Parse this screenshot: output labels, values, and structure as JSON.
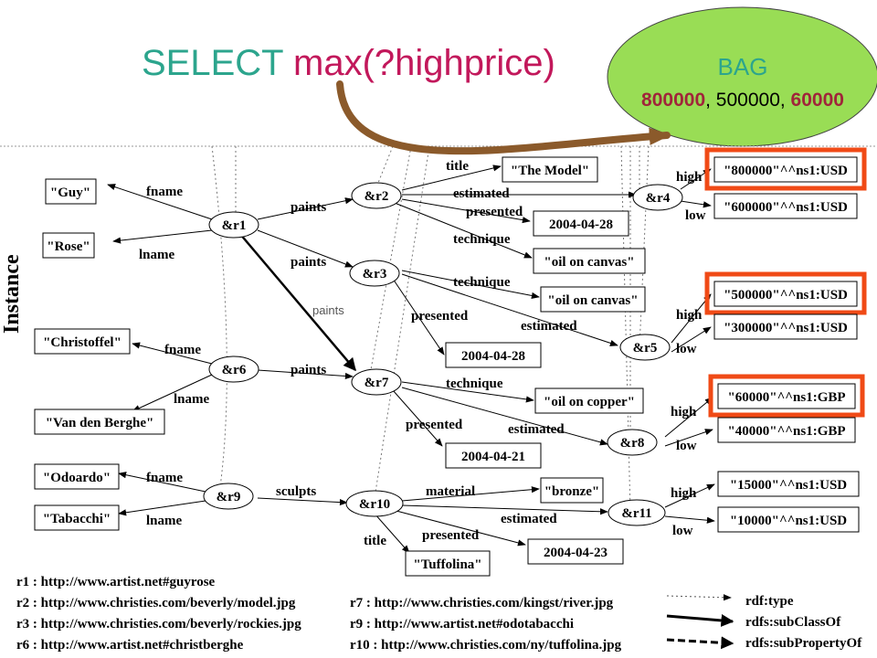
{
  "query": {
    "prefix": "SELECT ",
    "func": "max",
    "args": "(?highprice)"
  },
  "bag": {
    "title": "BAG",
    "v1": "800000",
    "sep1": ", ",
    "v2": "500000",
    "sep2": ", ",
    "v3": "60000"
  },
  "colors": {
    "query_green": "#2ca58d",
    "query_pink": "#c2185b",
    "bag_fill": "#99dd55",
    "brown_arrow": "#8b5a2b",
    "highlight_red": "#f04a16",
    "v3_red": "#a0253a"
  },
  "instance_label": "Instance",
  "nodes": {
    "r1": "&r1",
    "r2": "&r2",
    "r3": "&r3",
    "r4": "&r4",
    "r5": "&r5",
    "r6": "&r6",
    "r7": "&r7",
    "r8": "&r8",
    "r9": "&r9",
    "r10": "&r10",
    "r11": "&r11"
  },
  "literals": {
    "guy": "\"Guy\"",
    "rose": "\"Rose\"",
    "christoffel": "\"Christoffel\"",
    "vandenberghe": "\"Van den Berghe\"",
    "odoardo": "\"Odoardo\"",
    "tabacchi": "\"Tabacchi\"",
    "themodel": "\"The Model\"",
    "date1": "2004-04-28",
    "oil1": "\"oil on canvas\"",
    "oil2": "\"oil on canvas\"",
    "date2": "2004-04-28",
    "copper": "\"oil on copper\"",
    "date3": "2004-04-21",
    "bronze": "\"bronze\"",
    "tuffolina": "\"Tuffolina\"",
    "date4": "2004-04-23",
    "p800": "\"800000\"^^ns1:USD",
    "p600": "\"600000\"^^ns1:USD",
    "p500": "\"500000\"^^ns1:USD",
    "p300": "\"300000\"^^ns1:USD",
    "p60": "\"60000\"^^ns1:GBP",
    "p40": "\"40000\"^^ns1:GBP",
    "p15": "\"15000\"^^ns1:USD",
    "p10": "\"10000\"^^ns1:USD"
  },
  "edges": {
    "fname1": "fname",
    "lname1": "lname",
    "paints1": "paints",
    "paints2": "paints",
    "paints_diag": "paints",
    "fname6": "fname",
    "lname6": "lname",
    "paints6": "paints",
    "fname9": "fname",
    "lname9": "lname",
    "sculpts": "sculpts",
    "title2": "title",
    "estimated2": "estimated",
    "presented2": "presented",
    "technique2": "technique",
    "high4": "high",
    "low4": "low",
    "technique3": "technique",
    "presented3": "presented",
    "estimated3": "estimated",
    "high5": "high",
    "low5": "low",
    "technique7": "technique",
    "presented7": "presented",
    "estimated7": "estimated",
    "high8": "high",
    "low8": "low",
    "material10": "material",
    "estimated10": "estimated",
    "presented10": "presented",
    "title10": "title",
    "high11": "high",
    "low11": "low"
  },
  "uris": {
    "r1": "r1 : http://www.artist.net#guyrose",
    "r2": "r2 : http://www.christies.com/beverly/model.jpg",
    "r3": "r3 : http://www.christies.com/beverly/rockies.jpg",
    "r6": "r6 : http://www.artist.net#christberghe",
    "r7": "r7 : http://www.christies.com/kingst/river.jpg",
    "r9": "r9 : http://www.artist.net#odotabacchi",
    "r10": "r10 : http://www.christies.com/ny/tuffolina.jpg"
  },
  "legend": {
    "rdftype": "rdf:type",
    "subclass": "rdfs:subClassOf",
    "subprop": "rdfs:subPropertyOf"
  }
}
